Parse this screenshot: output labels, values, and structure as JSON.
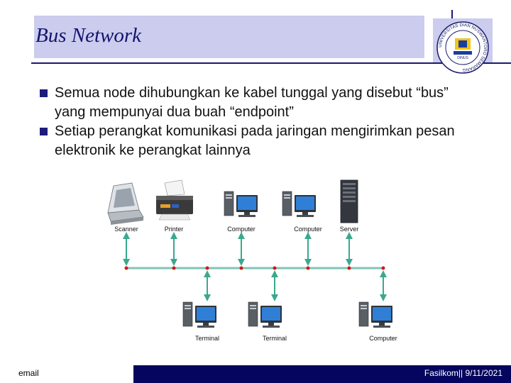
{
  "slide": {
    "title": "Bus Network",
    "bullets": [
      "Semua node dihubungkan ke kabel tunggal yang disebut “bus” yang mempunyai dua buah “endpoint”",
      "Setiap perangkat komunikasi pada jaringan mengirimkan pesan elektronik ke perangkat lainnya"
    ]
  },
  "diagram": {
    "top_devices": [
      "Scanner",
      "Printer",
      "Computer",
      "Computer",
      "Server"
    ],
    "bottom_devices": [
      "Terminal",
      "Terminal",
      "Computer"
    ]
  },
  "logo": {
    "ring_text": "UNIVERSITAS DIAN NUSWANTORO SEMARANG",
    "center_text": "DINUS"
  },
  "footer": {
    "email": "email",
    "info": "Fasilkom|| 9/11/2021"
  },
  "colors": {
    "title_bg": "#ccccee",
    "accent": "#1a1a6e",
    "footer_bg": "#05055f",
    "bus_line": "#7fc6b5",
    "arrow": "#3aa88f",
    "node_dot": "#d01818"
  }
}
